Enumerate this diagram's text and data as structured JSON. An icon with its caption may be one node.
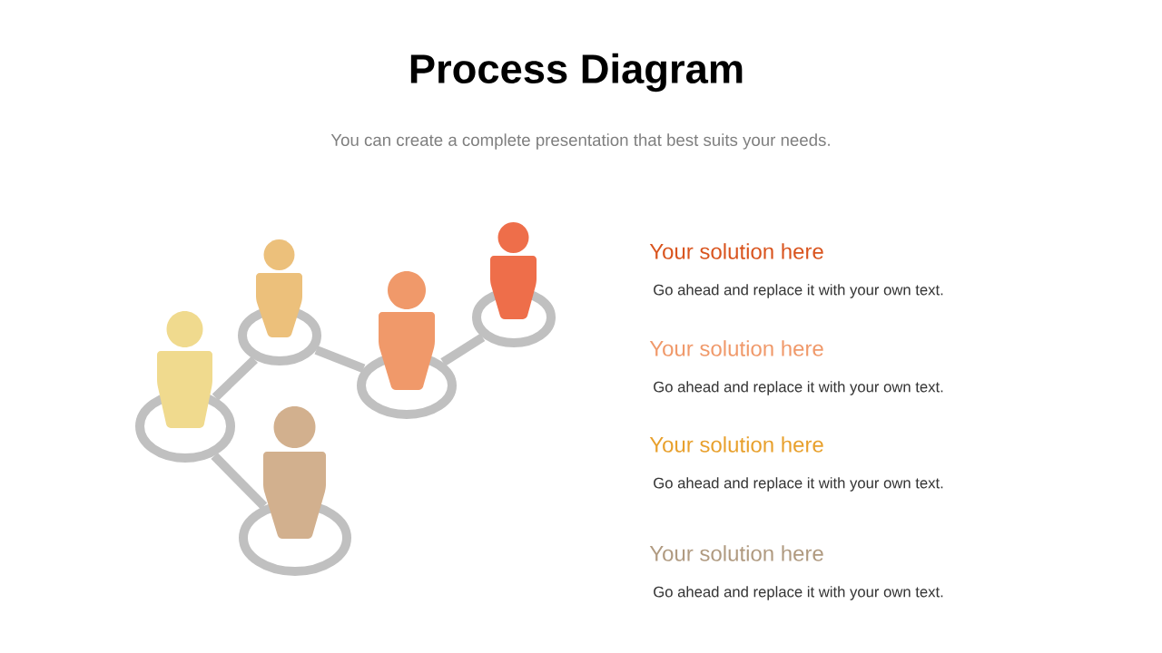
{
  "diagram": {
    "title": "Process Diagram",
    "nodes": [
      {
        "text": [],
        "shape": "person"
      },
      {
        "text": [],
        "shape": "person"
      },
      {
        "text": [],
        "shape": "person"
      },
      {
        "text": [],
        "shape": "person"
      },
      {
        "text": [],
        "shape": "person"
      }
    ],
    "edges": [
      {
        "from": 2,
        "to": 0,
        "arrow": "none"
      },
      {
        "from": 0,
        "to": 1,
        "arrow": "none"
      },
      {
        "from": 1,
        "to": 3,
        "arrow": "none"
      },
      {
        "from": 3,
        "to": 4,
        "arrow": "none"
      }
    ],
    "labels": [
      "You can create a complete presentation that best suits your needs.",
      "Your solution here",
      "Go ahead and replace it with your own text.",
      "Your solution here",
      "Go ahead and replace it with your own text.",
      "Your solution here",
      "Go ahead and replace it with your own text.",
      "Your solution here",
      "Go ahead and replace it with your own text."
    ]
  }
}
